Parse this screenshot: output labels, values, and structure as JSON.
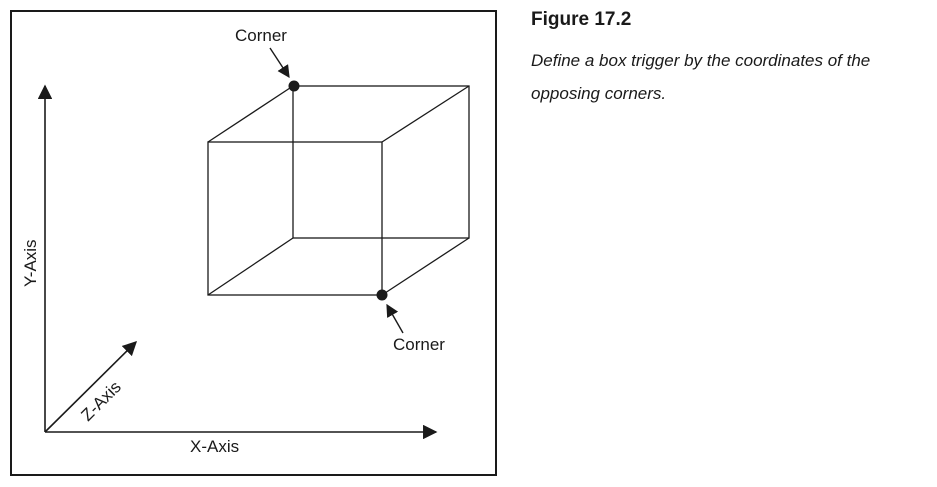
{
  "figure": {
    "number": "Figure 17.2",
    "caption": "Define a box trigger by the coordinates of the opposing corners."
  },
  "diagram": {
    "axes": {
      "x_label": "X-Axis",
      "y_label": "Y-Axis",
      "z_label": "Z-Axis"
    },
    "corners": {
      "top_label": "Corner",
      "bottom_label": "Corner"
    },
    "colors": {
      "ink": "#1a1a1a"
    }
  }
}
